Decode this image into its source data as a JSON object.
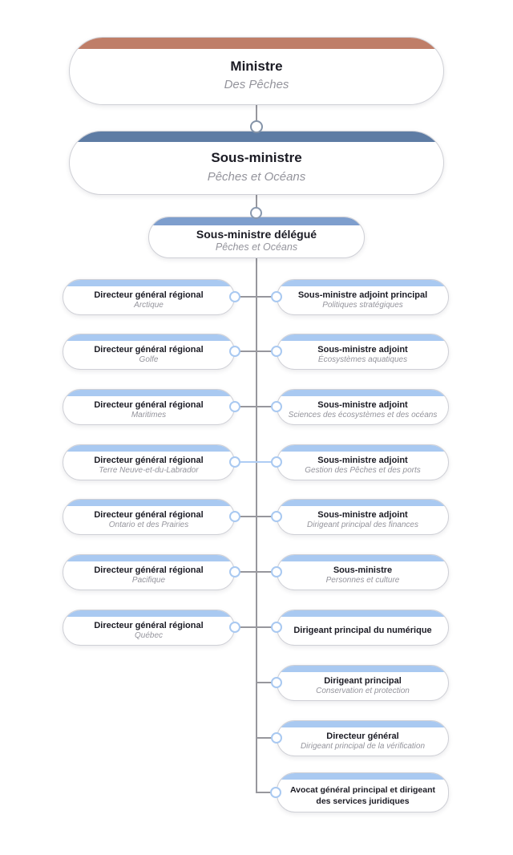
{
  "nodes": {
    "ministre": {
      "title": "Ministre",
      "subtitle": "Des Pêches"
    },
    "sous_ministre": {
      "title": "Sous-ministre",
      "subtitle": "Pêches et Océans"
    },
    "sous_ministre_delegue": {
      "title": "Sous-ministre délégué",
      "subtitle": "Pêches et Océans"
    }
  },
  "left_column": [
    {
      "title": "Directeur général régional",
      "subtitle": "Arctique"
    },
    {
      "title": "Directeur général régional",
      "subtitle": "Golfe"
    },
    {
      "title": "Directeur général régional",
      "subtitle": "Maritimes"
    },
    {
      "title": "Directeur général régional",
      "subtitle": "Terre Neuve-et-du-Labrador"
    },
    {
      "title": "Directeur général régional",
      "subtitle": "Ontario et des Prairies"
    },
    {
      "title": "Directeur général régional",
      "subtitle": "Pacifique"
    },
    {
      "title": "Directeur général régional",
      "subtitle": "Québec"
    }
  ],
  "right_column": [
    {
      "title": "Sous-ministre adjoint principal",
      "subtitle": "Politiques stratégiques"
    },
    {
      "title": "Sous-ministre adjoint",
      "subtitle": "Écosystèmes aquatiques"
    },
    {
      "title": "Sous-ministre adjoint",
      "subtitle": "Sciences des écosystèmes et des océans"
    },
    {
      "title": "Sous-ministre adjoint",
      "subtitle": "Gestion des Pêches et des ports"
    },
    {
      "title": "Sous-ministre adjoint",
      "subtitle": "Dirigeant principal des finances"
    },
    {
      "title": "Sous-ministre",
      "subtitle": "Personnes et culture"
    },
    {
      "title": "Dirigeant principal du numérique",
      "subtitle": ""
    },
    {
      "title": "Dirigeant principal",
      "subtitle": "Conservation et protection"
    },
    {
      "title": "Directeur général",
      "subtitle": "Dirigeant principal de la vérification"
    },
    {
      "title": "Avocat général principal et dirigeant des services juridiques",
      "subtitle": ""
    }
  ],
  "colors": {
    "minister_cap": "#bf7e68",
    "deputy_cap": "#5e7ca4",
    "associate_cap": "#7e9ecd",
    "child_cap": "#a9c9f1",
    "connector_gray": "#97979d",
    "connector_blue": "#aecdf4"
  }
}
